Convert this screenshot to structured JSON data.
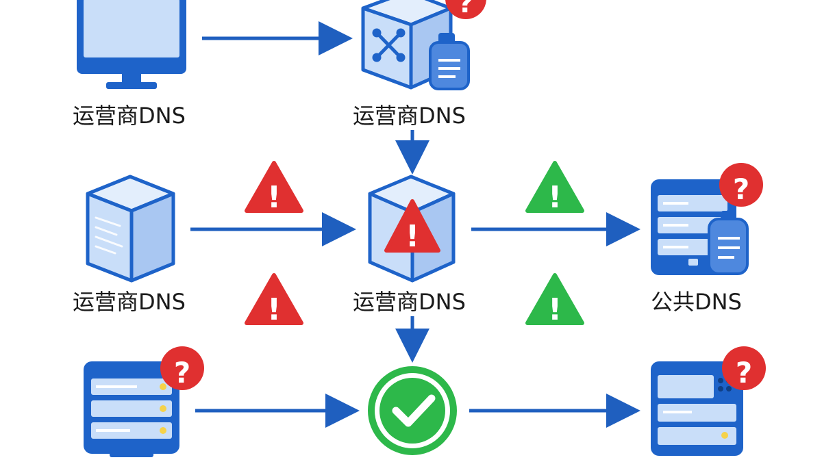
{
  "nodes": {
    "monitor": {
      "label": "运营商DNS"
    },
    "box_top": {
      "label": "运营商DNS"
    },
    "box_left": {
      "label": "运营商DNS"
    },
    "box_center": {
      "label": "运营商DNS"
    },
    "server_right": {
      "label": "公共DNS"
    }
  },
  "badges": {
    "question": "?",
    "exclamation": "!"
  },
  "colors": {
    "blue": "#1e63c9",
    "light_blue": "#c9def9",
    "red": "#e03030",
    "green": "#2db84a",
    "arrow": "#1f5fbf"
  }
}
